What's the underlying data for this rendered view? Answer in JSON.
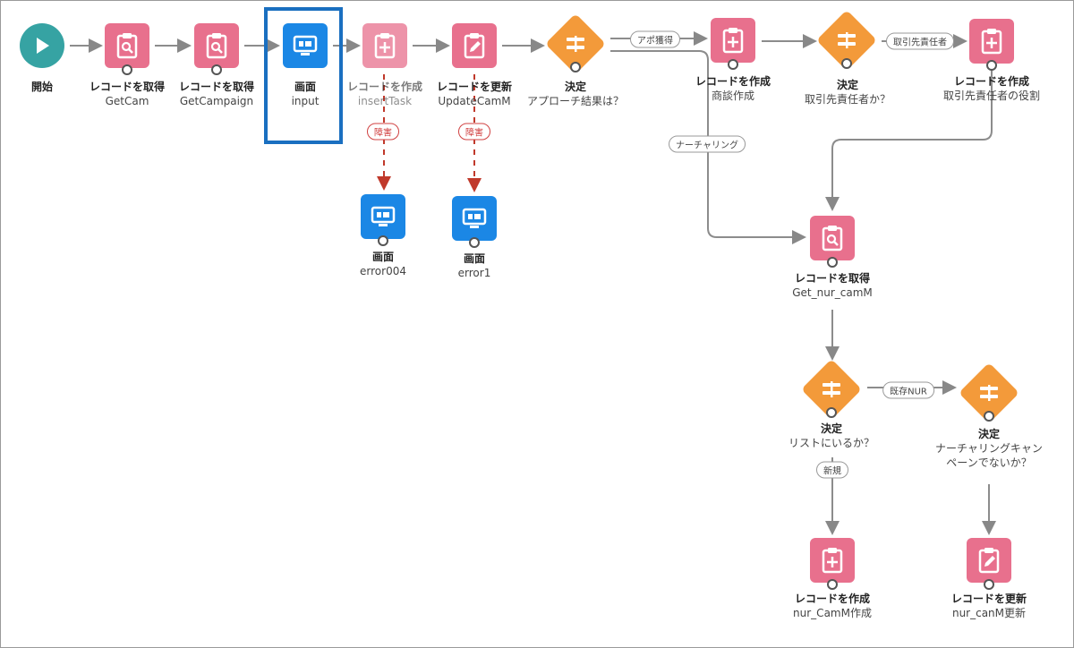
{
  "nodes": {
    "start": {
      "title": "開始"
    },
    "getcam": {
      "title": "レコードを取得",
      "name": "GetCam"
    },
    "getcampaign": {
      "title": "レコードを取得",
      "name": "GetCampaign"
    },
    "input": {
      "title": "画面",
      "name": "input"
    },
    "inserttask": {
      "title": "レコードを作成",
      "name": "insertTask"
    },
    "updatecam": {
      "title": "レコードを更新",
      "name": "UpdateCamM"
    },
    "decision1": {
      "title": "決定",
      "name": "アプローチ結果は？"
    },
    "create_deal": {
      "title": "レコードを作成",
      "name": "商談作成"
    },
    "decision2": {
      "title": "決定",
      "name": "取引先責任者か？"
    },
    "create_role": {
      "title": "レコードを作成",
      "name": "取引先責任者の役割"
    },
    "error004": {
      "title": "画面",
      "name": "error004"
    },
    "error1": {
      "title": "画面",
      "name": "error1"
    },
    "get_nur": {
      "title": "レコードを取得",
      "name": "Get_nur_camM"
    },
    "decision3": {
      "title": "決定",
      "name": "リストにいるか？"
    },
    "decision4": {
      "title": "決定",
      "name": "ナーチャリングキャンペーンでないか？"
    },
    "create_nur": {
      "title": "レコードを作成",
      "name": "nur_CamM作成"
    },
    "update_nur": {
      "title": "レコードを更新",
      "name": "nur_canM更新"
    }
  },
  "connectors": {
    "appo": "アポ獲得",
    "nurturing": "ナーチャリング",
    "contact": "取引先責任者",
    "fault1": "障害",
    "fault2": "障害",
    "existing": "既存NUR",
    "new": "新規"
  },
  "colors": {
    "record": "#e8708d",
    "screen": "#1b87e5",
    "decision": "#f39a3a",
    "start": "#36a3a3",
    "fault": "#c0392b",
    "selection": "#1a6fc0"
  }
}
